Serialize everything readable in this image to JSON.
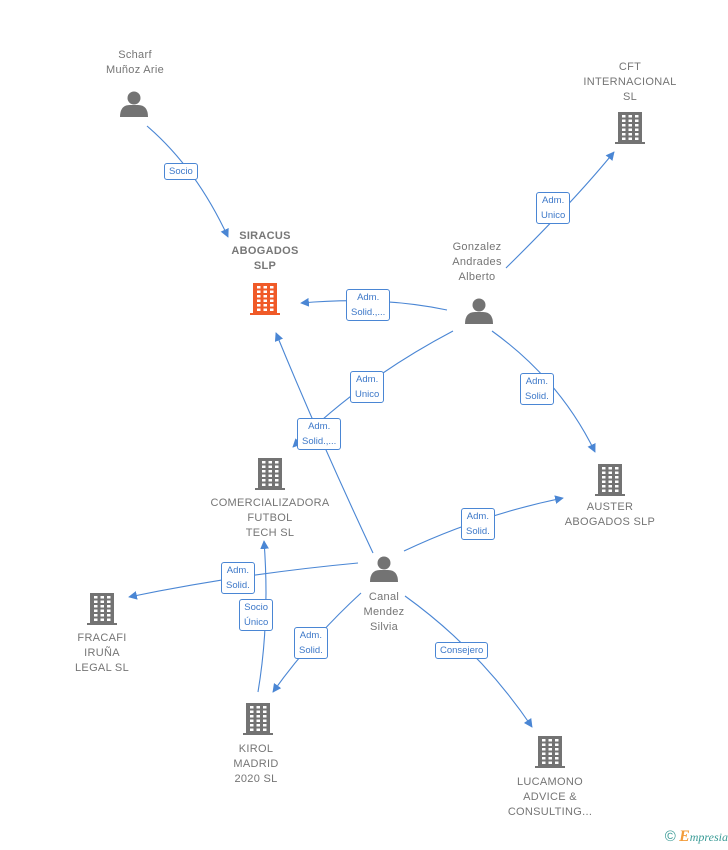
{
  "colors": {
    "edge": "#4a86d4",
    "person": "#737373",
    "company": "#737373",
    "focus_company": "#f05a28"
  },
  "nodes": [
    {
      "id": "scharf",
      "type": "person",
      "label": "Scharf\nMuñoz Arie"
    },
    {
      "id": "siracus",
      "type": "company",
      "focus": true,
      "label": "SIRACUS\nABOGADOS\nSLP"
    },
    {
      "id": "cft",
      "type": "company",
      "label": "CFT\nINTERNACIONAL\nSL"
    },
    {
      "id": "gonzalez",
      "type": "person",
      "label": "Gonzalez\nAndrades\nAlberto"
    },
    {
      "id": "comercializadora",
      "type": "company",
      "label": "COMERCIALIZADORA\nFUTBOL\nTECH  SL"
    },
    {
      "id": "auster",
      "type": "company",
      "label": "AUSTER\nABOGADOS  SLP"
    },
    {
      "id": "canal",
      "type": "person",
      "label": "Canal\nMendez\nSilvia"
    },
    {
      "id": "fracafi",
      "type": "company",
      "label": "FRACAFI\nIRUÑA\nLEGAL  SL"
    },
    {
      "id": "kirol",
      "type": "company",
      "label": "KIROL\nMADRID\n2020  SL"
    },
    {
      "id": "lucamono",
      "type": "company",
      "label": "LUCAMONO\nADVICE &\nCONSULTING..."
    }
  ],
  "edges": [
    {
      "from": "scharf",
      "to": "siracus",
      "label": "Socio"
    },
    {
      "from": "gonzalez",
      "to": "cft",
      "label": "Adm.\nUnico"
    },
    {
      "from": "gonzalez",
      "to": "siracus",
      "label": "Adm.\nSolid.,..."
    },
    {
      "from": "gonzalez",
      "to": "comercializadora",
      "label": "Adm.\nUnico"
    },
    {
      "from": "gonzalez",
      "to": "auster",
      "label": "Adm.\nSolid."
    },
    {
      "from": "canal",
      "to": "siracus",
      "label": "Adm.\nSolid.,..."
    },
    {
      "from": "canal",
      "to": "auster",
      "label": "Adm.\nSolid."
    },
    {
      "from": "canal",
      "to": "fracafi",
      "label": "Adm.\nSolid."
    },
    {
      "from": "kirol",
      "to": "comercializadora",
      "label": "Socio\nÚnico"
    },
    {
      "from": "canal",
      "to": "kirol",
      "label": "Adm.\nSolid."
    },
    {
      "from": "canal",
      "to": "lucamono",
      "label": "Consejero"
    }
  ],
  "footer": {
    "copyright": "©",
    "brand_initial": "E",
    "brand_rest": "mpresia"
  }
}
